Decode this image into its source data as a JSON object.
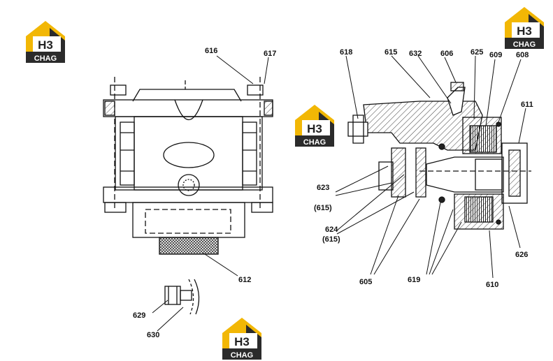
{
  "logos": [
    {
      "letters": "H3",
      "word": "CHAG"
    },
    {
      "letters": "H3",
      "word": "CHAG"
    },
    {
      "letters": "H3",
      "word": "CHAG"
    },
    {
      "letters": "H3",
      "word": "CHAG"
    }
  ],
  "colors": {
    "logo_gold": "#f2b705",
    "logo_dark": "#2b2b2b",
    "line": "#111111",
    "hatch": "#444444"
  },
  "parts": {
    "p616": "616",
    "p617": "617",
    "p612": "612",
    "p629": "629",
    "p630": "630",
    "p618": "618",
    "p615": "615",
    "p632": "632",
    "p606": "606",
    "p625": "625",
    "p609": "609",
    "p608": "608",
    "p611": "611",
    "p623": "623",
    "p623_ref": "(615)",
    "p624": "624",
    "p624_ref": "(615)",
    "p605": "605",
    "p619": "619",
    "p610": "610",
    "p626": "626"
  }
}
